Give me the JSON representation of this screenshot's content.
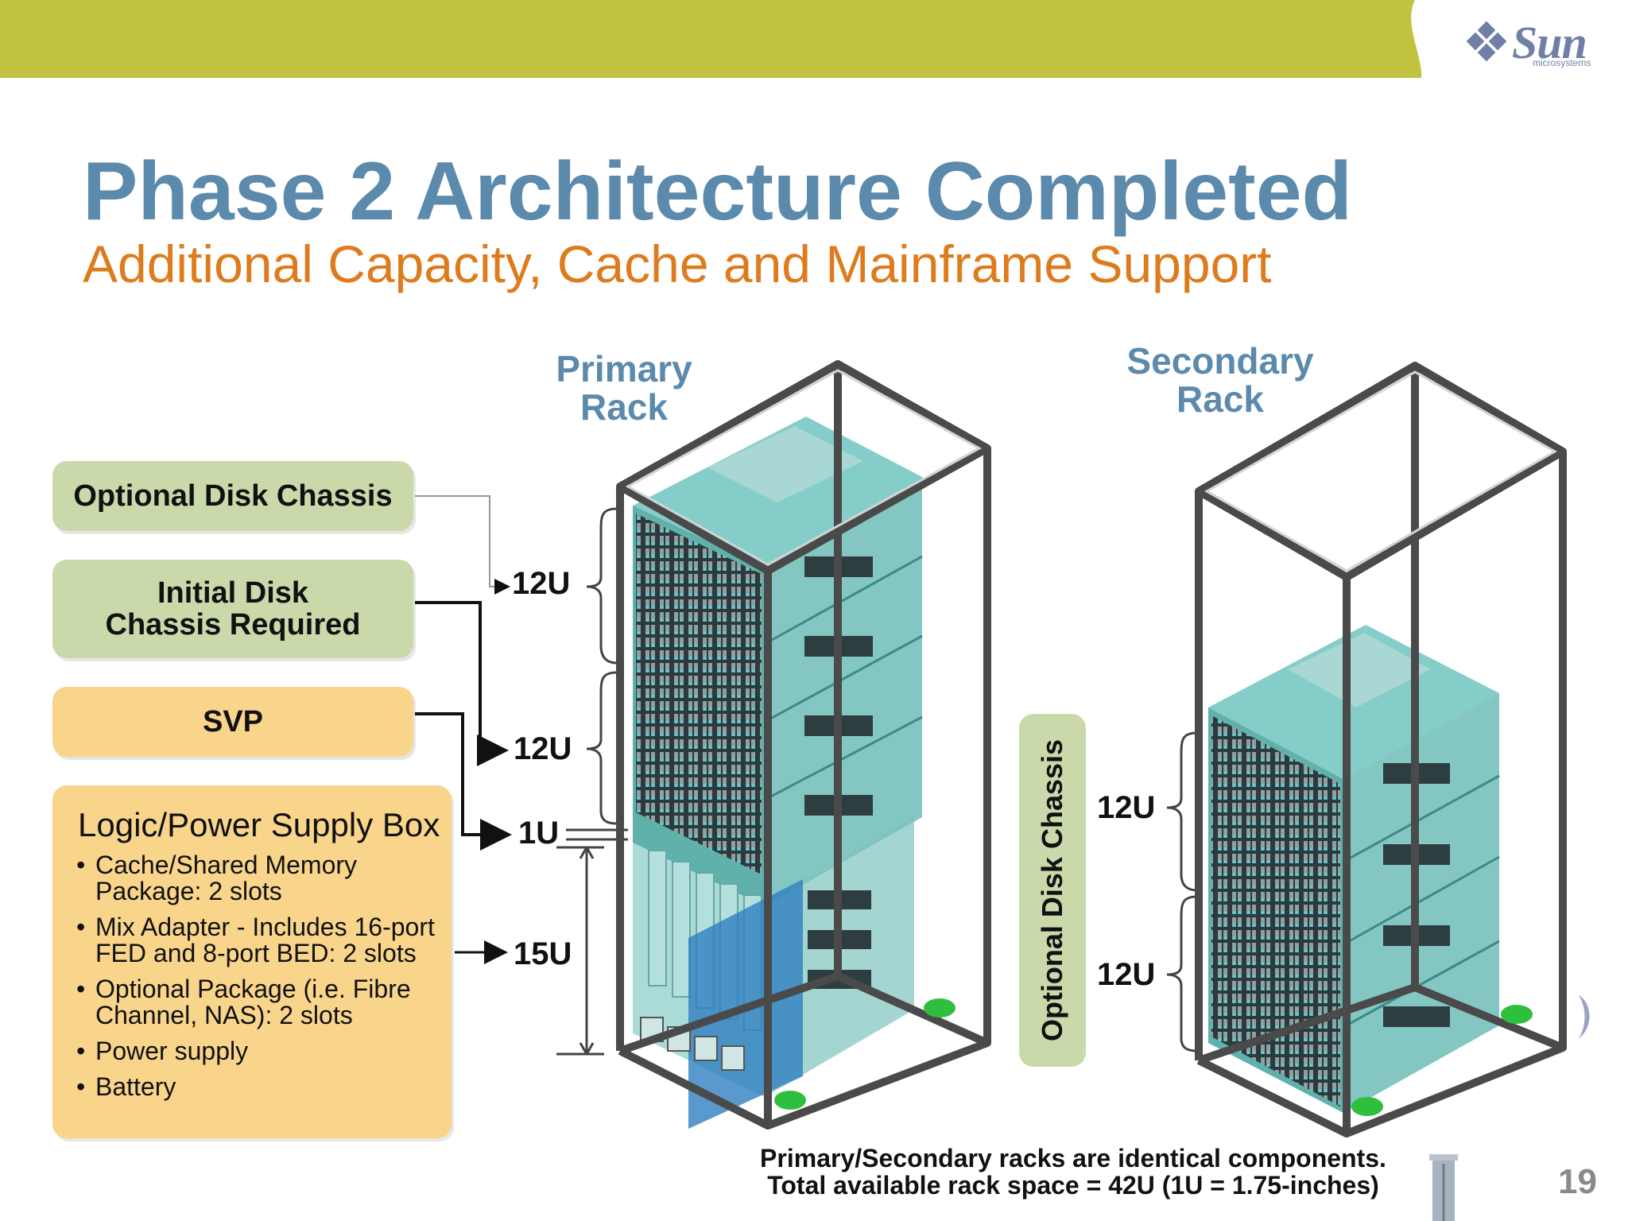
{
  "header": {
    "logo_text": "Sun",
    "logo_sub": "microsystems",
    "title": "Phase 2 Architecture Completed",
    "subtitle": "Additional Capacity, Cache and Mainframe Support"
  },
  "racks": {
    "primary_label": "Primary\nRack",
    "secondary_label": "Secondary\nRack"
  },
  "callouts": {
    "optional_disk_chassis": "Optional Disk Chassis",
    "initial_disk_chassis": "Initial Disk\nChassis Required",
    "svp": "SVP",
    "logic_box_title": "Logic/Power Supply Box",
    "logic_items": [
      "Cache/Shared Memory Package: 2 slots",
      "Mix Adapter - Includes 16-port FED and 8-port BED: 2 slots",
      "Optional Package (i.e. Fibre Channel, NAS): 2 slots",
      "Power supply",
      "Battery"
    ],
    "secondary_optional": "Optional Disk Chassis"
  },
  "units": {
    "primary": [
      "12U",
      "12U",
      "1U",
      "15U"
    ],
    "secondary": [
      "12U",
      "12U"
    ]
  },
  "footer": {
    "line1": "Primary/Secondary racks are identical components.",
    "line2": "Total available rack space = 42U  (1U = 1.75-inches)"
  },
  "page_number": "19",
  "colors": {
    "topbar": "#c1c23d",
    "title": "#5b8aad",
    "subtitle": "#de7b1c",
    "green_box": "#cad9aa",
    "yellow_box": "#f9d58c",
    "rack_teal": "#4fb8b2"
  }
}
